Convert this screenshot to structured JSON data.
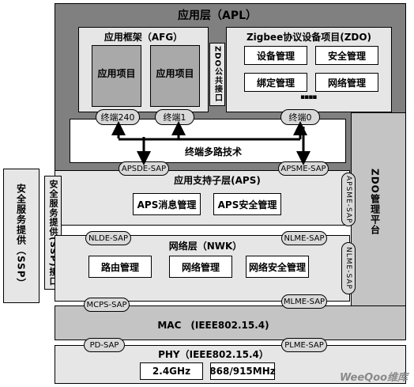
{
  "apl": {
    "title": "应用层（APL）"
  },
  "afg": {
    "title": "应用框架（AFG）",
    "items": [
      "应用项目",
      "应用项目"
    ]
  },
  "zdo_public": {
    "label": "ZDO公共接口"
  },
  "zdo": {
    "title": "Zigbee协议设备项目(ZDO)",
    "items": [
      "设备管理",
      "安全管理",
      "绑定管理",
      "网络管理"
    ],
    "dots": "▪▪▪▪"
  },
  "endpoints": [
    "终端240",
    "终端1",
    "终端0"
  ],
  "mux": {
    "label": "终端多路技术"
  },
  "aps": {
    "title": "应用支持子层(APS)",
    "items": [
      "APS消息管理",
      "APS安全管理"
    ],
    "sap_data": "APSDE-SAP",
    "sap_mgmt": "APSME-SAP",
    "sap_side": "APSME-SAP"
  },
  "nwk": {
    "title": "网络层（NWK）",
    "items": [
      "路由管理",
      "网络管理",
      "网络安全管理"
    ],
    "sap_data": "NLDE-SAP",
    "sap_mgmt": "NLME-SAP",
    "sap_side": "NLME-SAP"
  },
  "mac": {
    "title": "MAC　(IEEE802.15.4)",
    "sap_data": "MCPS-SAP",
    "sap_mgmt": "MLME-SAP"
  },
  "phy": {
    "title": "PHY（IEEE802.15.4）",
    "items": [
      "2.4GHz",
      "868/915MHz"
    ],
    "sap_data": "PD-SAP",
    "sap_mgmt": "PLME-SAP"
  },
  "ssp": {
    "label": "安全服务提供（SSP）",
    "interface": "安全服务提供(SSP)接口"
  },
  "zdo_platform": {
    "label": "ZDO管理平台"
  },
  "watermark": "WeeQoo维库"
}
